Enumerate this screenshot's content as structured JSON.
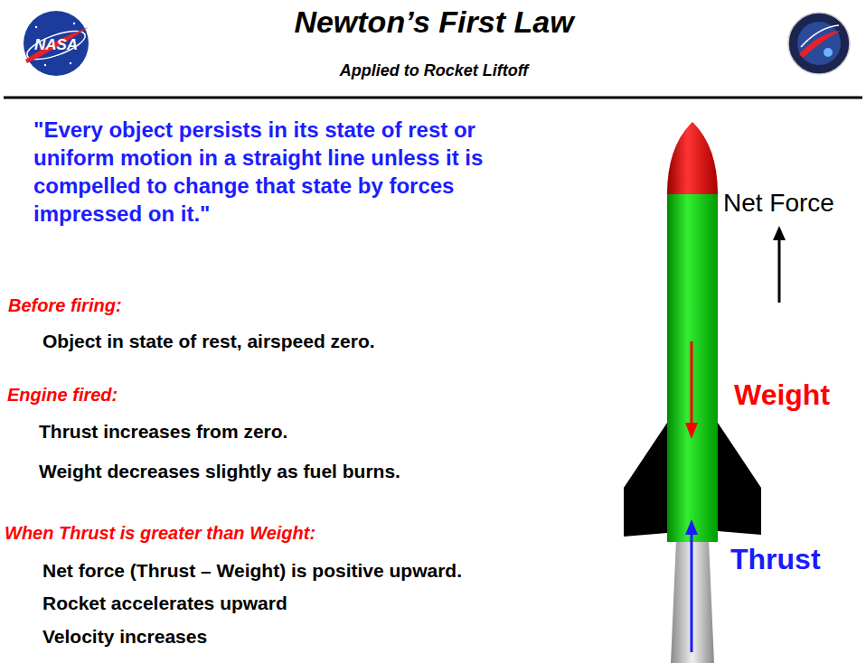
{
  "diagram": {
    "title": "Newton’s First Law",
    "labels": [
      "NASA",
      "Applied to Rocket Liftoff",
      "\"Every object persists in its state of rest or uniform motion in a straight line unless it is compelled to change that state by forces impressed on it.\"",
      "Before firing:",
      "Object in state of rest, airspeed zero.",
      "Engine fired:",
      "Thrust increases from zero.",
      "Weight decreases slightly as fuel burns.",
      "When Thrust is greater than Weight:",
      "Net force (Thrust – Weight) is positive upward.",
      "Rocket accelerates upward",
      "Velocity increases",
      "Net Force",
      "Weight",
      "Thrust"
    ]
  }
}
